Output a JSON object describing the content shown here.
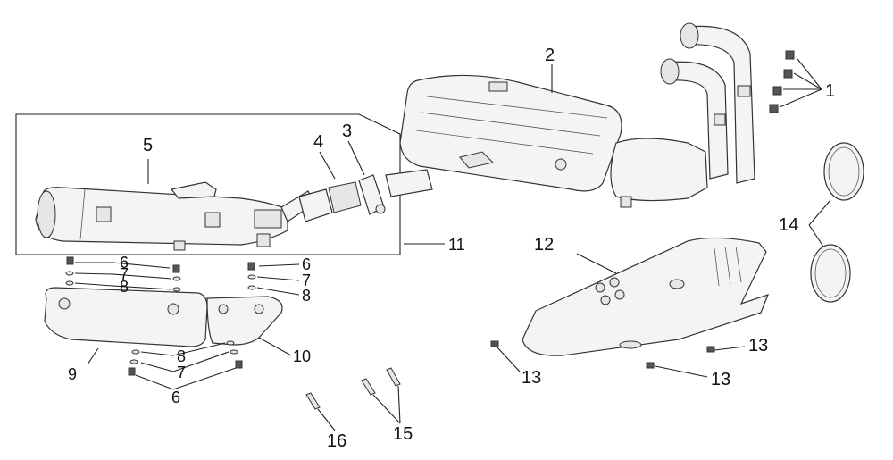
{
  "diagram": {
    "callouts": {
      "c1": "1",
      "c2": "2",
      "c3": "3",
      "c4": "4",
      "c5": "5",
      "c6a": "6",
      "c6b": "6",
      "c6c": "6",
      "c7a": "7",
      "c7b": "7",
      "c7c": "7",
      "c8a": "8",
      "c8b": "8",
      "c8c": "8",
      "c9": "9",
      "c10": "10",
      "c11": "11",
      "c12": "12",
      "c13a": "13",
      "c13b": "13",
      "c13c": "13",
      "c14": "14",
      "c15": "15",
      "c16": "16"
    }
  }
}
